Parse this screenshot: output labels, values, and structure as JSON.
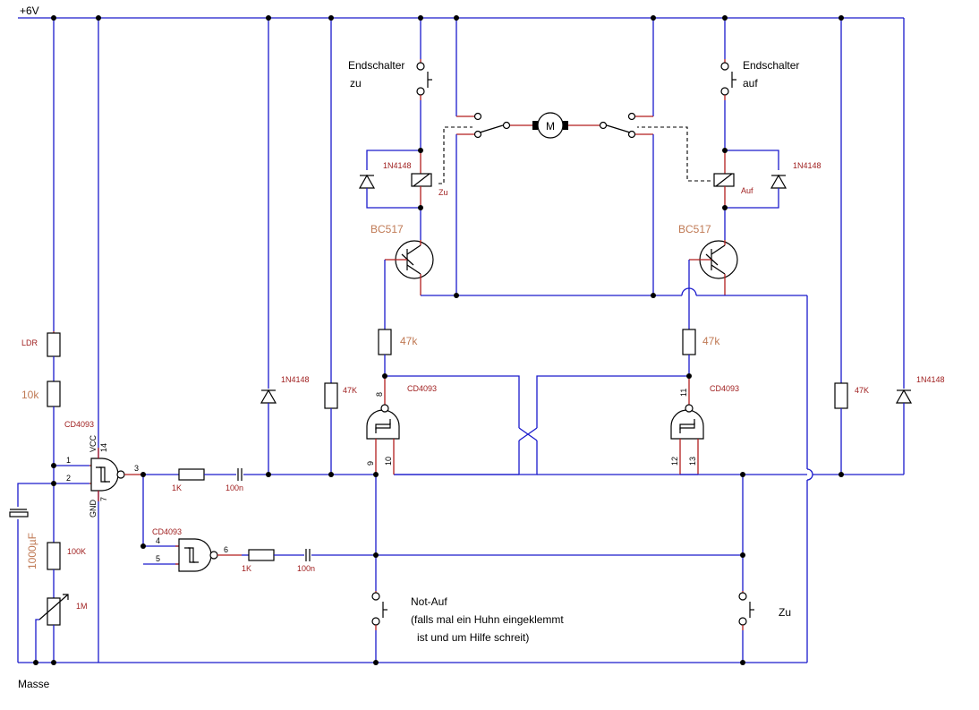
{
  "labels": {
    "supply": "+6V",
    "ground": "Masse",
    "motor": "M",
    "limit_close_1": "Endschalter",
    "limit_close_2": "zu",
    "limit_open_1": "Endschalter",
    "limit_open_2": "auf",
    "relay_close": "Zu",
    "relay_open": "Auf",
    "transistor_left": "BC517",
    "transistor_right": "BC517",
    "ic": "CD4093",
    "diode": "1N4148",
    "ldr": "LDR",
    "r_10k": "10k",
    "r_100k": "100K",
    "pot_1m": "1M",
    "cap_1000u": "1000µF",
    "r_1k": "1K",
    "c_100n": "100n",
    "r_47k_small": "47K",
    "r_47k_big": "47k",
    "btn_emergency_1": "Not-Auf",
    "btn_emergency_2": "(falls mal ein Huhn eingeklemmt",
    "btn_emergency_3": "ist und um Hilfe schreit)",
    "btn_close": "Zu",
    "vcc": "VCC",
    "gnd": "GND"
  },
  "pins": {
    "p1": "1",
    "p2": "2",
    "p3": "3",
    "p4": "4",
    "p5": "5",
    "p6": "6",
    "p7": "7",
    "p8": "8",
    "p9": "9",
    "p10": "10",
    "p11": "11",
    "p12": "12",
    "p13": "13",
    "p14": "14"
  },
  "colors": {
    "wire": "#1a1acc",
    "lead": "#b21e1e",
    "label_red": "#a02020",
    "label_orange": "#c07a55"
  }
}
